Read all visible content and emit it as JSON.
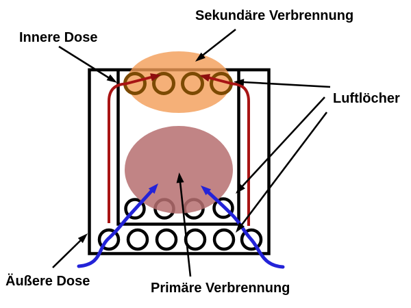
{
  "diagram": {
    "subject": "wood-gas-stove-schematic",
    "labels": {
      "secondary_combustion": "Sekundäre Verbrennung",
      "inner_can": "Innere Dose",
      "air_holes": "Luftlöcher",
      "outer_can": "Äußere Dose",
      "primary_combustion": "Primäre Verbrennung"
    },
    "holes": {
      "top_row_count": 4,
      "inner_bottom_row_count": 4,
      "outer_bottom_row_count": 6
    },
    "colors": {
      "zoneSecondary": "#F29C56",
      "zonePrimary": "#B66E70",
      "topHoleRing": "#7C4A03",
      "hotGas": "#A81414",
      "hotGasHead": "#8E0E0E",
      "airFlow": "#2323D8",
      "outline": "#000000",
      "background": "#FFFFFF"
    }
  }
}
